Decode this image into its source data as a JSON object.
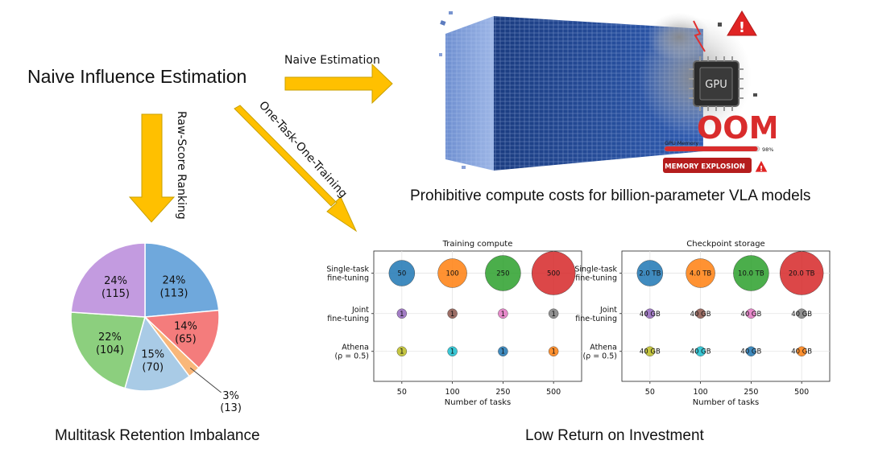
{
  "diagram": {
    "title": "Naive Influence Estimation",
    "arrow_labels": {
      "naive": "Naive Estimation",
      "raw_score": "Raw-Score Ranking",
      "one_task": "One-Task-One-Training"
    },
    "captions": {
      "compute": "Prohibitive compute costs for billion-parameter VLA models",
      "retention": "Multitask Retention Imbalance",
      "roi": "Low Return on Investment"
    },
    "gpu_illustration": {
      "chip_label": "GPU",
      "oom_label": "OOM",
      "memory_label": "GPU Memory",
      "memory_fraction": 0.98,
      "memory_percent_label": "98%",
      "explosion_label": "MEMORY EXPLOSION",
      "warning_glyph": "!"
    },
    "colors": {
      "arrow": "#ffc000",
      "arrow_edge": "#c9a100",
      "wall": "#1d3f86",
      "oom": "#d92c2c"
    }
  },
  "chart_data": [
    {
      "type": "pie",
      "labels": [
        "24%\n(113)",
        "14%\n(65)",
        "3%\n(13)",
        "15%\n(70)",
        "22%\n(104)",
        "24%\n(115)"
      ],
      "values": [
        113,
        65,
        13,
        70,
        104,
        115
      ],
      "colors": [
        "#6fa8dc",
        "#f47c7c",
        "#f9b77a",
        "#a9cbe6",
        "#8ccf7e",
        "#c39be0"
      ]
    },
    {
      "type": "scatter",
      "title": "Training compute",
      "xlabel": "Number of tasks",
      "categories": [
        "50",
        "100",
        "250",
        "500"
      ],
      "rows": [
        "Single-task\nfine-tuning",
        "Joint\nfine-tuning",
        "Athena\n(ρ = 0.5)"
      ],
      "series": [
        {
          "values": [
            50,
            100,
            250,
            500
          ],
          "labels": [
            "50",
            "100",
            "250",
            "500"
          ],
          "colors": [
            "#1f77b4",
            "#ff7f0e",
            "#2ca02c",
            "#d62728"
          ]
        },
        {
          "values": [
            1,
            1,
            1,
            1
          ],
          "labels": [
            "1",
            "1",
            "1",
            "1"
          ],
          "colors": [
            "#9467bd",
            "#8c564b",
            "#e377c2",
            "#7f7f7f"
          ]
        },
        {
          "values": [
            1,
            1,
            1,
            1
          ],
          "labels": [
            "1",
            "1",
            "1",
            "1"
          ],
          "colors": [
            "#bcbd22",
            "#17becf",
            "#1f77b4",
            "#ff7f0e"
          ]
        }
      ]
    },
    {
      "type": "scatter",
      "title": "Checkpoint storage",
      "xlabel": "Number of tasks",
      "categories": [
        "50",
        "100",
        "250",
        "500"
      ],
      "rows": [
        "Single-task\nfine-tuning",
        "Joint\nfine-tuning",
        "Athena\n(ρ = 0.5)"
      ],
      "series": [
        {
          "values": [
            2.0,
            4.0,
            10.0,
            20.0
          ],
          "labels": [
            "2.0 TB",
            "4.0 TB",
            "10.0 TB",
            "20.0 TB"
          ],
          "colors": [
            "#1f77b4",
            "#ff7f0e",
            "#2ca02c",
            "#d62728"
          ]
        },
        {
          "values": [
            0.04,
            0.04,
            0.04,
            0.04
          ],
          "labels": [
            "40 GB",
            "40 GB",
            "40 GB",
            "40 GB"
          ],
          "colors": [
            "#9467bd",
            "#8c564b",
            "#e377c2",
            "#7f7f7f"
          ]
        },
        {
          "values": [
            0.04,
            0.04,
            0.04,
            0.04
          ],
          "labels": [
            "40 GB",
            "40 GB",
            "40 GB",
            "40 GB"
          ],
          "colors": [
            "#bcbd22",
            "#17becf",
            "#1f77b4",
            "#ff7f0e"
          ]
        }
      ]
    }
  ]
}
